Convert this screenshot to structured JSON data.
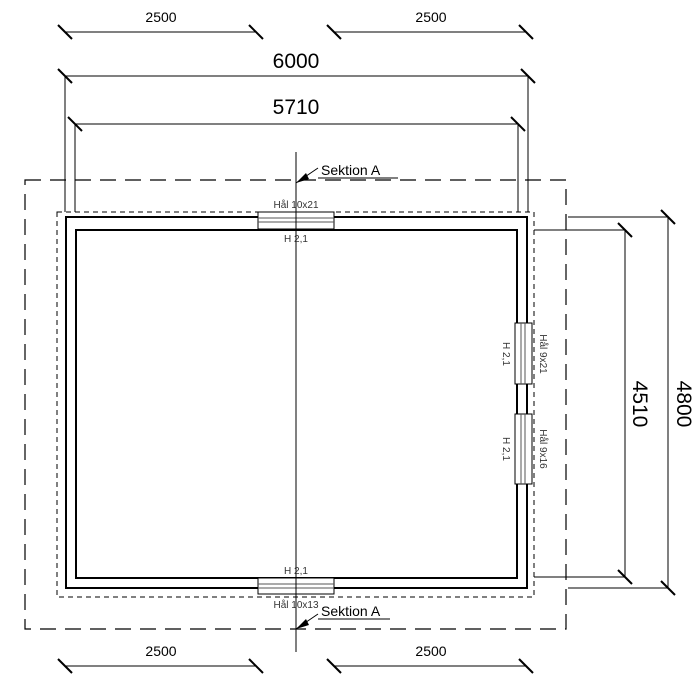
{
  "dimensions": {
    "top_left": "2500",
    "top_right": "2500",
    "outer_width": "6000",
    "inner_width": "5710",
    "bottom_left": "2500",
    "bottom_right": "2500",
    "inner_height": "4510",
    "outer_height": "4800"
  },
  "section_marks": {
    "top": "Sektion A",
    "bottom": "Sektion A"
  },
  "openings": {
    "top": {
      "label": "Hål 10x21",
      "height": "H 2,1"
    },
    "bottom": {
      "label": "Hål 10x13",
      "height": "H 2,1"
    },
    "right_upper": {
      "label": "Hål 9x21",
      "height": "H 2,1"
    },
    "right_lower": {
      "label": "Hål 9x16",
      "height": "H 2,1"
    }
  }
}
